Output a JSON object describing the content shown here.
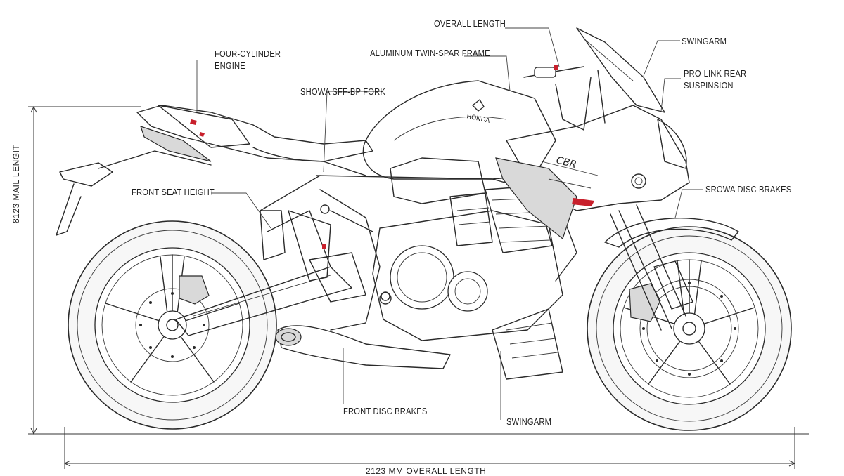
{
  "callouts": {
    "overall_length": "OVERALL LENGTH",
    "swingarm_top": "SWINGARM",
    "four_cylinder_line1": "FOUR-CYLINDER",
    "four_cylinder_line2": "ENGINE",
    "aluminum_frame": "ALUMINUM TWIN-SPAR FRAME",
    "pro_link_line1": "PRO-LINK REAR",
    "pro_link_line2": "SUSPINSION",
    "showa_fork": "SHOWA SFF-BP FORK",
    "front_seat_height": "FRONT SEAT HEIGHT",
    "srowa_disc_brakes": "SROWA DISC BRAKES",
    "front_disc_brakes": "FRONT DISC BRAKES",
    "swingarm_bottom": "SWINGARM"
  },
  "dimensions": {
    "height_label": "8123 MAIL LENGIT",
    "length_label": "2123 MM OVERALL LENGTH"
  },
  "branding": {
    "tank_logo": "HONDA",
    "fairing_logo": "CBR"
  },
  "colors": {
    "line": "#2a2a2a",
    "accent": "#c8202c",
    "background": "#ffffff"
  }
}
